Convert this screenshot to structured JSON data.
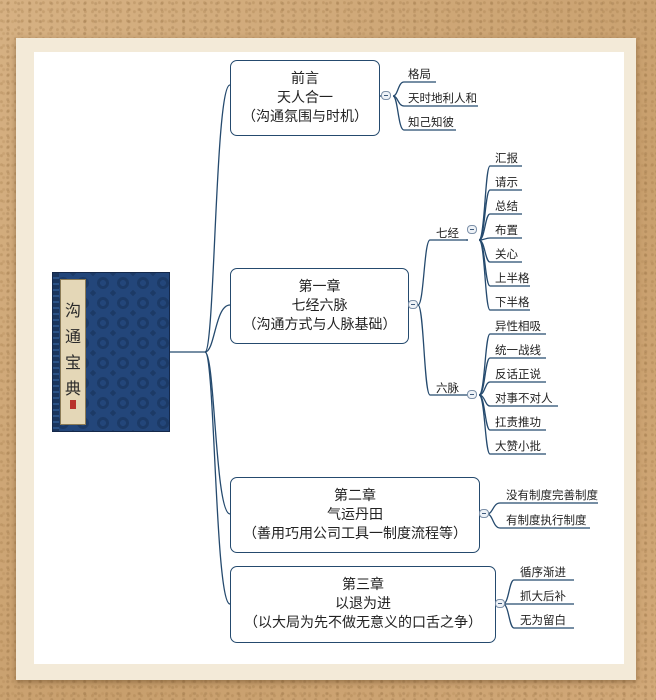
{
  "book": {
    "title_chars": [
      "沟",
      "通",
      "宝",
      "典"
    ]
  },
  "nodes": {
    "preface": {
      "line1": "前言",
      "line2": "天人合一",
      "line3": "（沟通氛围与时机）"
    },
    "ch1": {
      "line1": "第一章",
      "line2": "七经六脉",
      "line3": "（沟通方式与人脉基础）"
    },
    "ch2": {
      "line1": "第二章",
      "line2": "气运丹田",
      "line3": "（善用巧用公司工具一制度流程等）"
    },
    "ch3": {
      "line1": "第三章",
      "line2": "以退为进",
      "line3": "（以大局为先不做无意义的口舌之争）"
    }
  },
  "preface_leaves": [
    "格局",
    "天时地利人和",
    "知己知彼"
  ],
  "ch1_groups": {
    "qijing": {
      "label": "七经",
      "leaves": [
        "汇报",
        "请示",
        "总结",
        "布置",
        "关心",
        "上半格",
        "下半格"
      ]
    },
    "liumai": {
      "label": "六脉",
      "leaves": [
        "异性相吸",
        "统一战线",
        "反话正说",
        "对事不对人",
        "扛责推功",
        "大赞小批"
      ]
    }
  },
  "ch2_leaves": [
    "没有制度完善制度",
    "有制度执行制度"
  ],
  "ch3_leaves": [
    "循序渐进",
    "抓大后补",
    "无为留白"
  ],
  "colors": {
    "line": "#254a6e",
    "box_border": "#254a6e",
    "book_blue": "#1f3f6e",
    "paper": "#f3ead8"
  }
}
